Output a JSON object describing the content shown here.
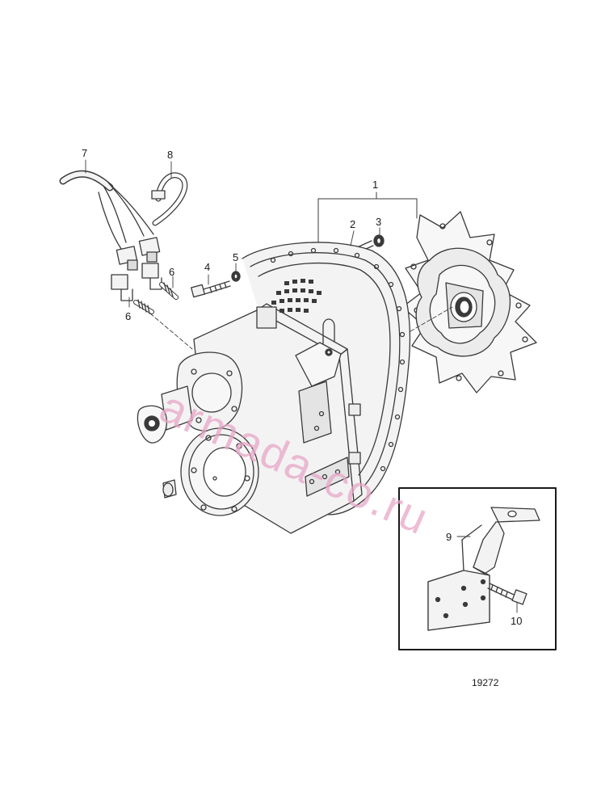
{
  "callouts": {
    "c1": "1",
    "c2": "2",
    "c3": "3",
    "c4": "4",
    "c5": "5",
    "c6a": "6",
    "c6b": "6",
    "c7": "7",
    "c8": "8",
    "c9": "9",
    "c10": "10"
  },
  "figure_number": "19272",
  "watermark": {
    "text": "armada-co.ru",
    "color": "#e8a6c8"
  },
  "colors": {
    "line": "#3a3a3a",
    "fill": "#f3f3f3",
    "shade": "#dcdcdc"
  }
}
